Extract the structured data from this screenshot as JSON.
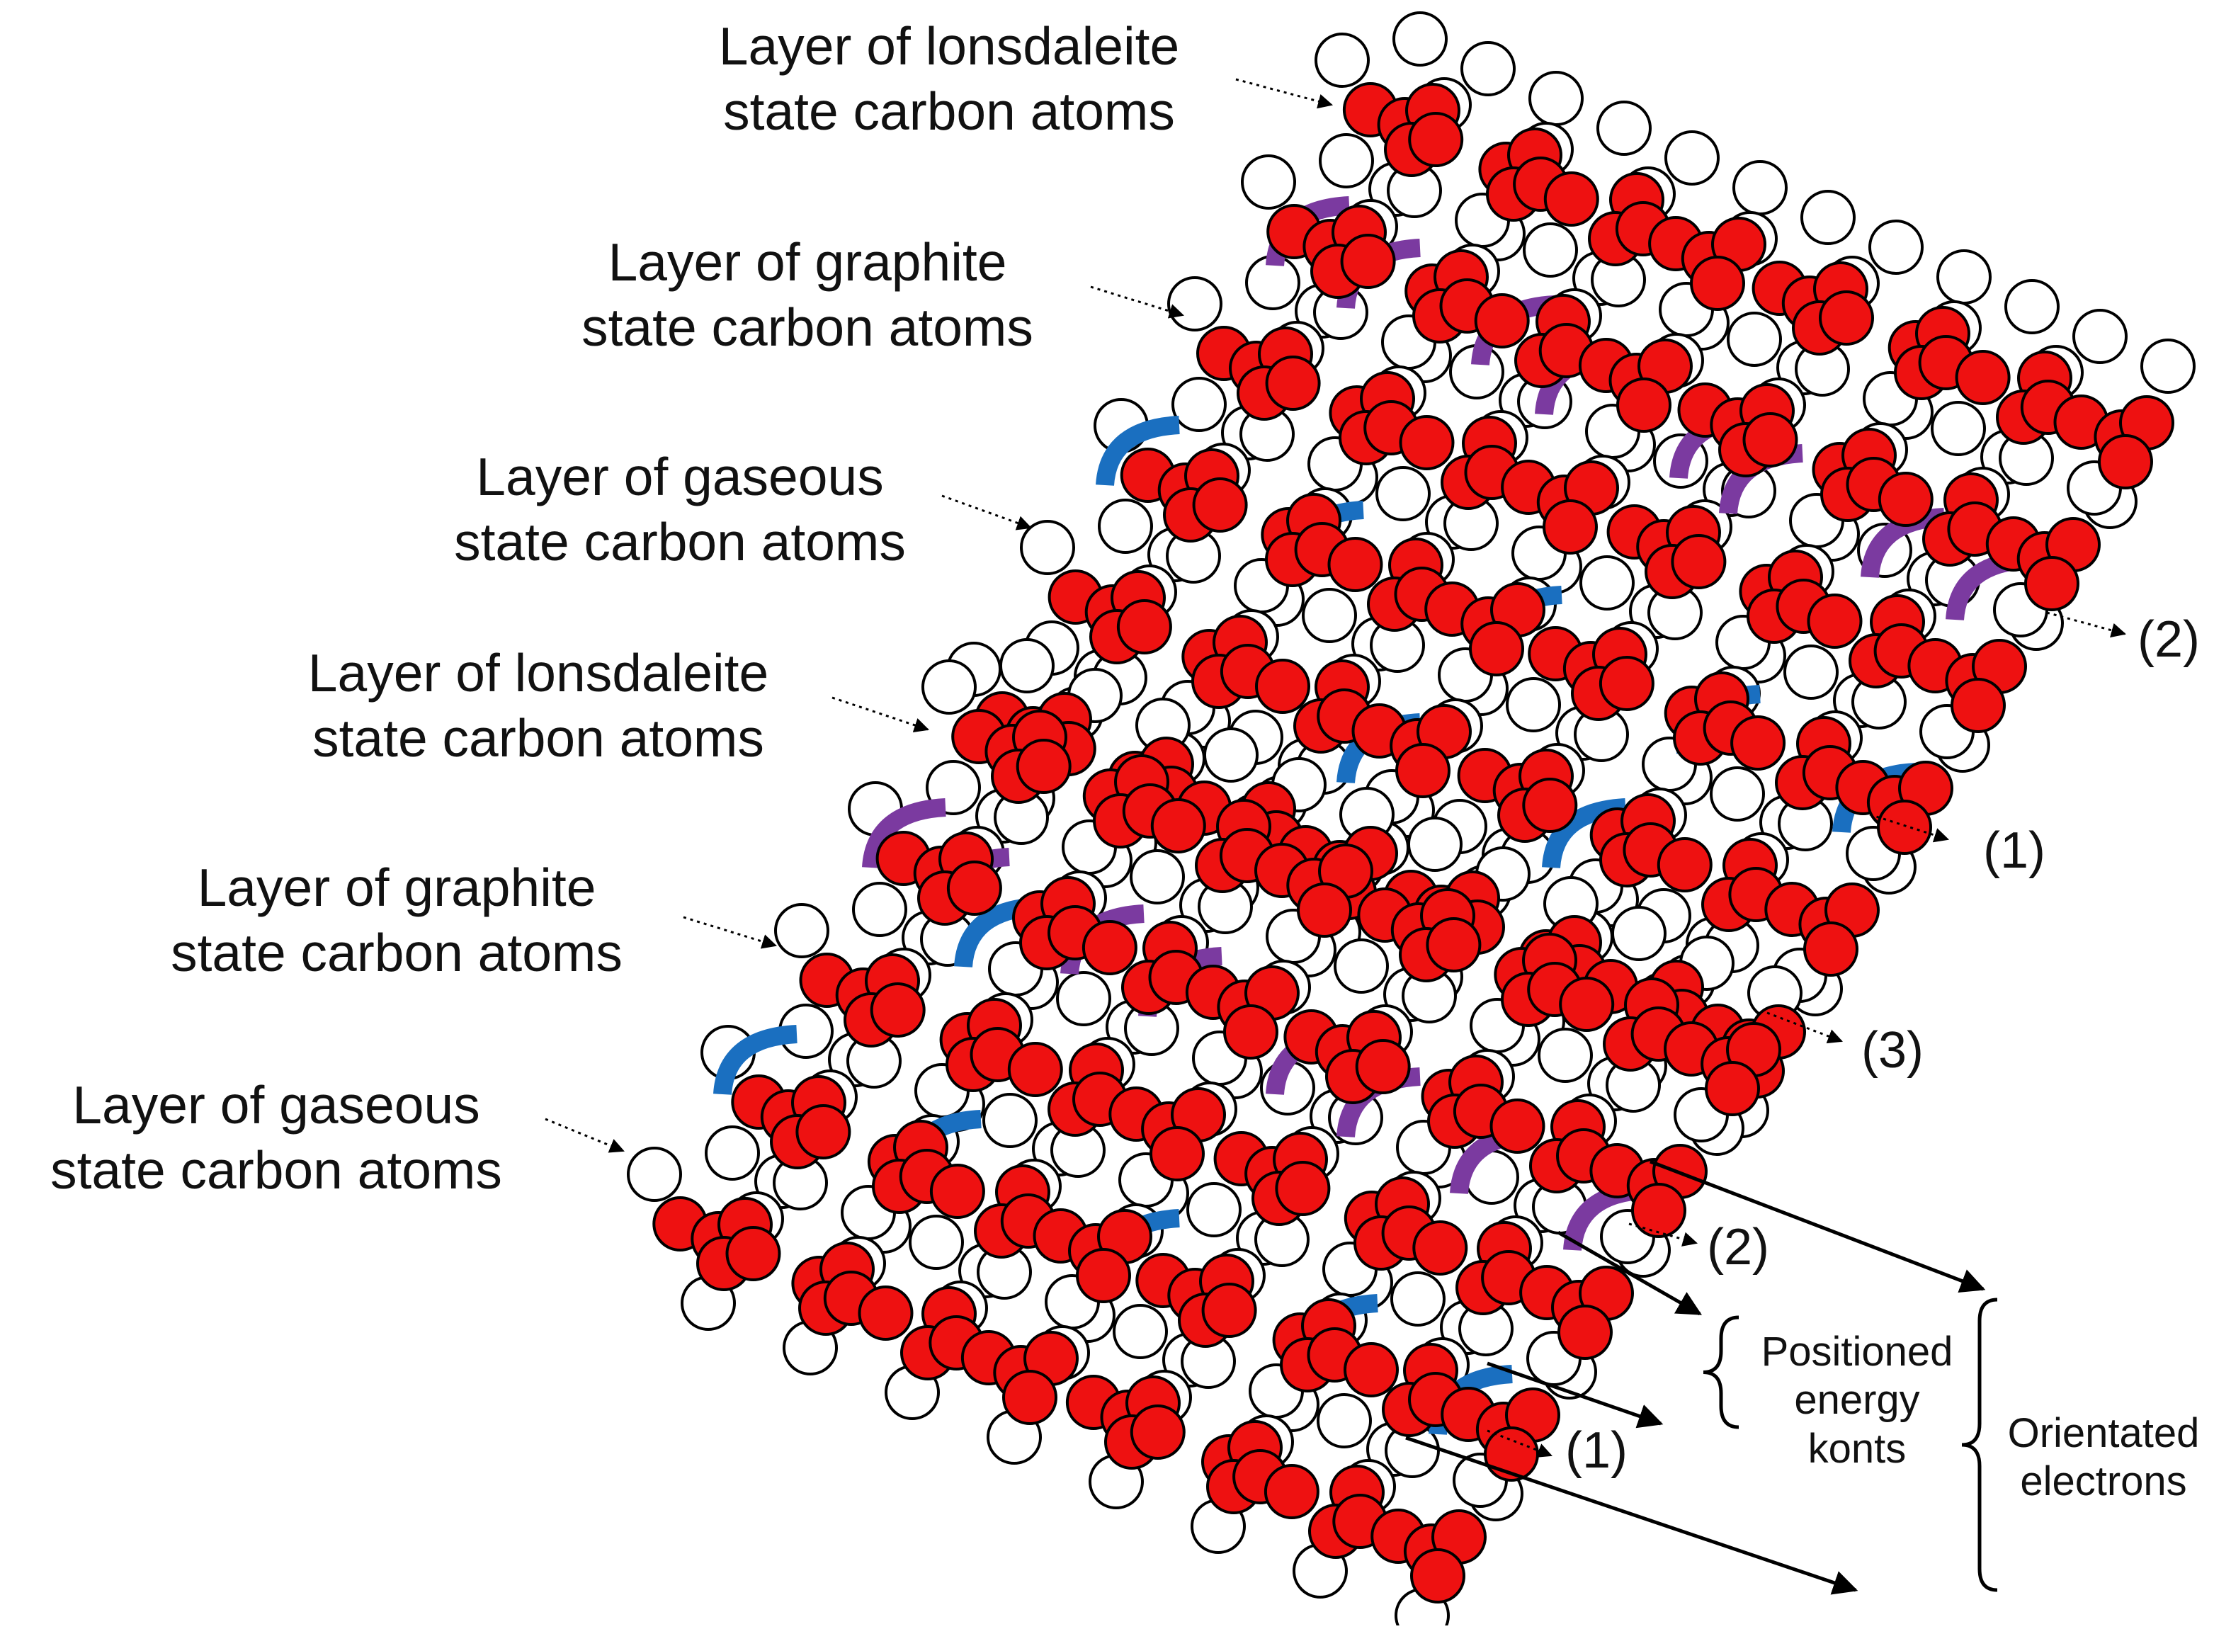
{
  "colors": {
    "atom_filled": "#ee1111",
    "atom_empty": "#ffffff",
    "atom_outline": "#000000",
    "arc_blue": "#1a6fc0",
    "arc_purple": "#7b3aa0",
    "arrow": "#000000"
  },
  "layer_labels": [
    {
      "line1": "Layer of lonsdaleite",
      "line2": "state carbon atoms"
    },
    {
      "line1": "Layer of graphite",
      "line2": "state carbon atoms"
    },
    {
      "line1": "Layer of gaseous",
      "line2": "state carbon atoms"
    },
    {
      "line1": "Layer of lonsdaleite",
      "line2": "state carbon atoms"
    },
    {
      "line1": "Layer of graphite",
      "line2": "state carbon atoms"
    },
    {
      "line1": "Layer of gaseous",
      "line2": "state carbon atoms"
    }
  ],
  "numbered_labels": [
    "(2)",
    "(1)",
    "(3)",
    "(2)",
    "(1)"
  ],
  "brace_labels": {
    "positioned": {
      "line1": "Positioned",
      "line2": "energy",
      "line3": "konts"
    },
    "orientated": {
      "line1": "Orientated",
      "line2": "electrons"
    }
  }
}
